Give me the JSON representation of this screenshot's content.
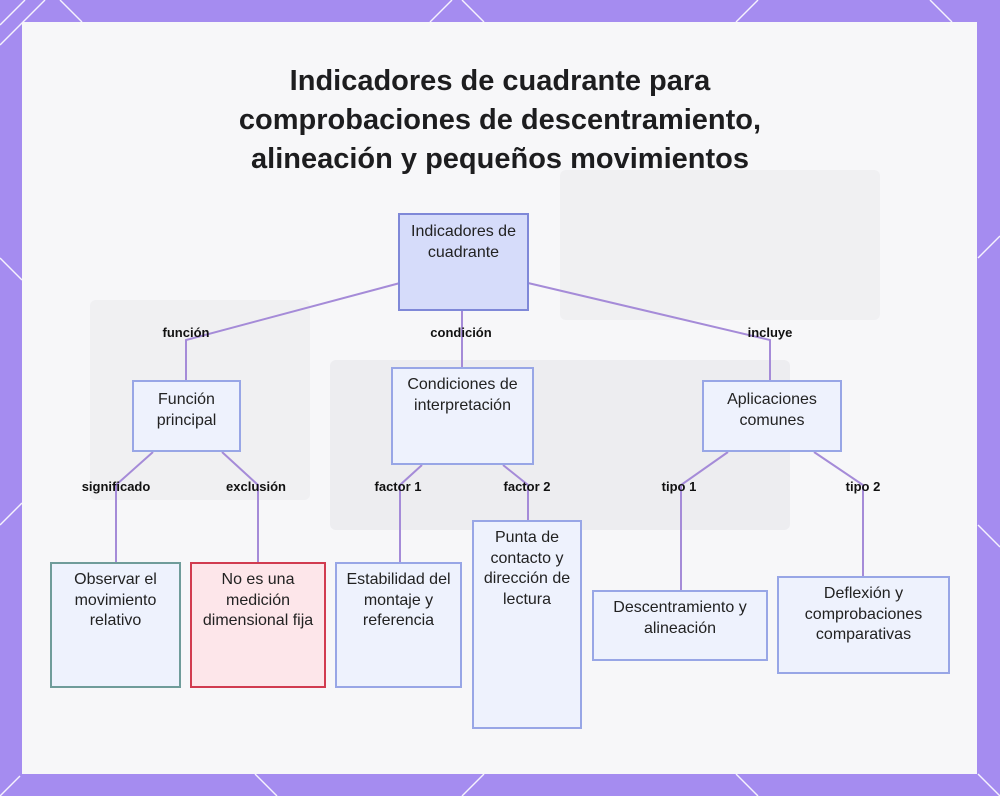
{
  "title": [
    "Indicadores de cuadrante para",
    "comprobaciones de descentramiento,",
    "alineación y pequeños movimientos"
  ],
  "nodes": {
    "root": "Indicadores de cuadrante",
    "funcion": "Función principal",
    "condiciones": "Condiciones de interpretación",
    "aplicaciones": "Aplicaciones comunes",
    "observar": "Observar el movimiento relativo",
    "no_medicion": "No es una medición dimensional fija",
    "estabilidad": "Estabilidad del montaje y referencia",
    "punta": "Punta de contacto y dirección de lectura",
    "descentramiento": "Descentramiento y alineación",
    "deflexion": "Deflexión y comprobaciones comparativas"
  },
  "edge_labels": {
    "funcion": "función",
    "condicion": "condición",
    "incluye": "incluye",
    "significado": "significado",
    "exclusion": "exclusión",
    "factor1": "factor 1",
    "factor2": "factor 2",
    "tipo1": "tipo 1",
    "tipo2": "tipo 2"
  },
  "colors": {
    "frame": "#a58cf0",
    "edge": "#a58bd8",
    "node_fill": "#eef2fd",
    "node_border": "#98a6e6",
    "root_fill": "#d6dcfa",
    "negative_fill": "#fde6ea",
    "negative_border": "#d13c50"
  }
}
